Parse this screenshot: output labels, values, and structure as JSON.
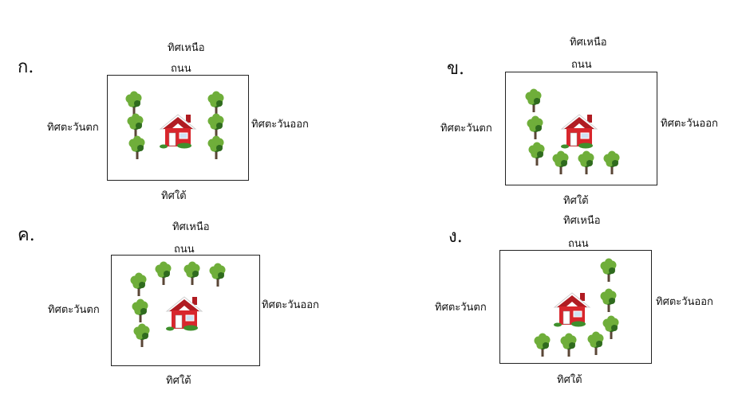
{
  "labels": {
    "north": "ทิศเหนือ",
    "south": "ทิศใต้",
    "east": "ทิศตะวันออก",
    "west": "ทิศตะวันตก",
    "road": "ถนน"
  },
  "choices": [
    {
      "letter": "ก."
    },
    {
      "letter": "ข."
    },
    {
      "letter": "ค."
    },
    {
      "letter": "ง."
    }
  ],
  "icons": {
    "tree": "tree-icon",
    "house": "house-icon"
  },
  "colors": {
    "tree_light": "#6fae3a",
    "tree_dark": "#2f6b1e",
    "trunk": "#5a4636",
    "house_wall": "#d8262c",
    "house_roof": "#b01c22",
    "door": "#ffffff",
    "bush": "#3f8f2c"
  }
}
